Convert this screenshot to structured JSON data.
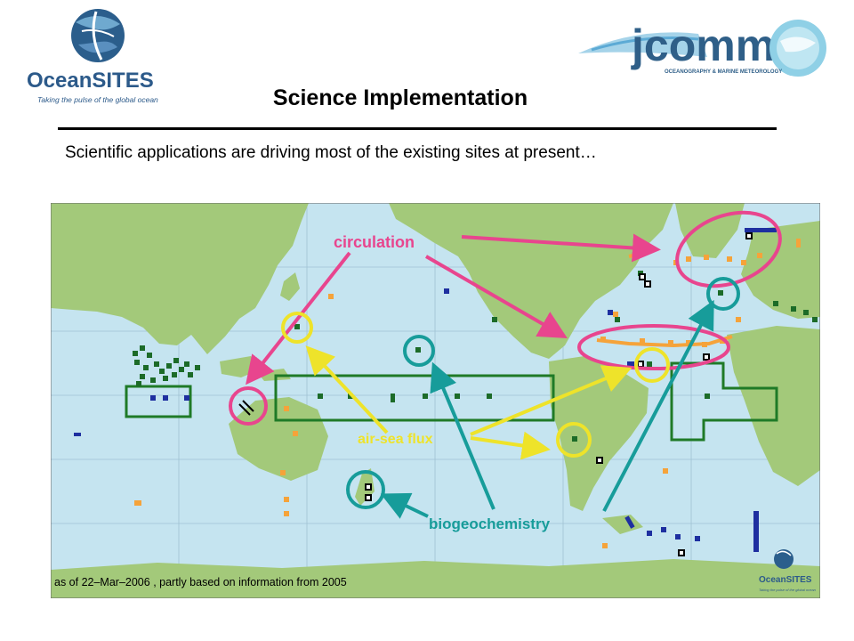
{
  "header": {
    "left_logo": {
      "name": "OceanSITES",
      "tagline": "Taking the pulse of the global ocean",
      "icon": "oceansites-globe-logo"
    },
    "right_logo": {
      "name": "jcomm",
      "tagline": "OCEANOGRAPHY & MARINE METEOROLOGY",
      "icon": "jcomm-globe-logo"
    }
  },
  "title": "Science Implementation",
  "subtitle": "Scientific applications are driving most of the existing sites at present…",
  "map": {
    "labels": {
      "circulation": "circulation",
      "air_sea_flux": "air-sea flux",
      "biogeochemistry": "biogeochemistry"
    },
    "footnote": "as of 22–Mar–2006 , partly based on information from 2005",
    "watermark_logo": {
      "name": "OceanSITES",
      "tagline": "Taking the pulse of the global ocean"
    },
    "colors": {
      "ocean": "#c5e4f0",
      "land": "#a3c97a",
      "circulation": "#e8458e",
      "air_sea_flux": "#eee32a",
      "biogeochemistry": "#179c9a",
      "region_box": "#1f7a27",
      "site_dark_green": "#1c6b28",
      "site_blue": "#1e2fa0",
      "site_orange": "#f5a33a",
      "site_open": "#000000"
    }
  }
}
